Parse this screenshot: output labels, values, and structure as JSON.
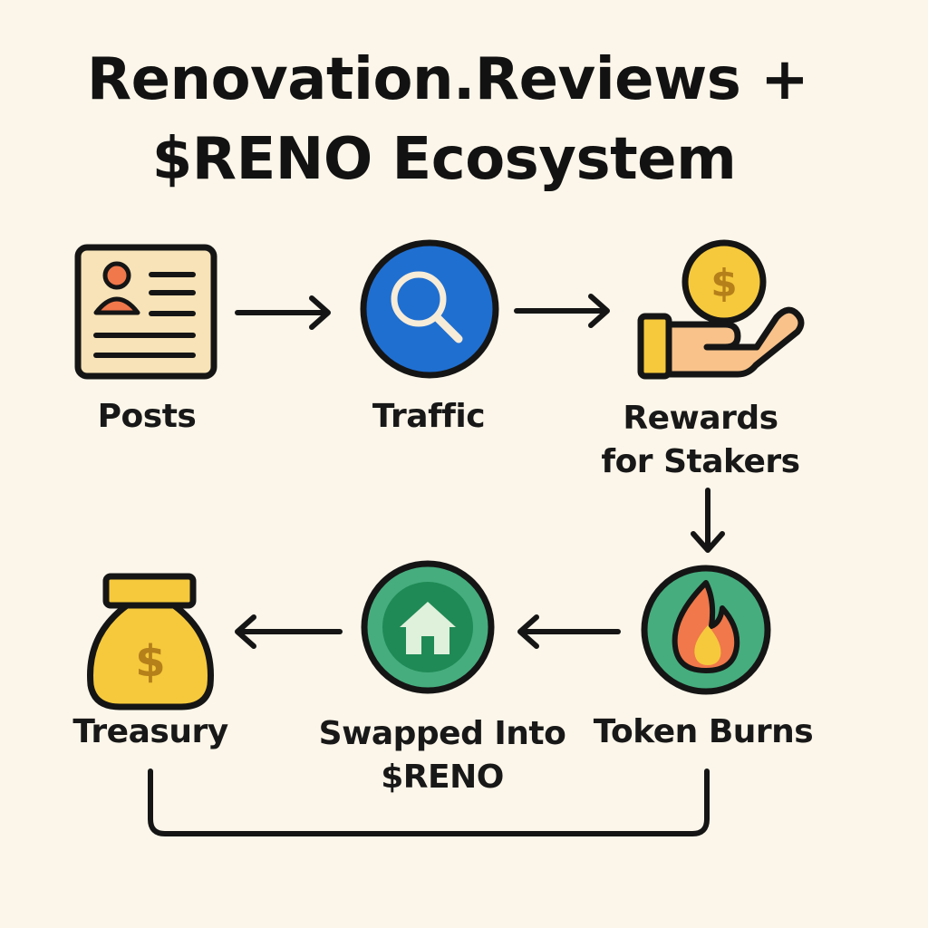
{
  "title": {
    "line1": "Renovation.Reviews +",
    "line2": "$RENO Ecosystem"
  },
  "colors": {
    "background": "#fcf6ea",
    "ink": "#151515",
    "blue": "#1f6fd1",
    "green": "#46ad7e",
    "dark_green": "#1f8a55",
    "gold": "#f6c93c",
    "cream": "#f7e3b7",
    "orange": "#f0784a",
    "skin": "#f8c28a"
  },
  "nodes": [
    {
      "id": "posts",
      "label": "Posts",
      "icon": "document-profile-icon"
    },
    {
      "id": "traffic",
      "label": "Traffic",
      "icon": "magnifier-icon"
    },
    {
      "id": "rewards",
      "label": "Rewards\nfor Stakers",
      "icon": "hand-coin-icon"
    },
    {
      "id": "token_burns",
      "label": "Token Burns",
      "icon": "flame-icon"
    },
    {
      "id": "swapped",
      "label": "Swapped Into\n$RENO",
      "icon": "house-icon"
    },
    {
      "id": "treasury",
      "label": "Treasury",
      "icon": "money-bag-icon"
    }
  ],
  "edges": [
    {
      "from": "posts",
      "to": "traffic"
    },
    {
      "from": "traffic",
      "to": "rewards"
    },
    {
      "from": "rewards",
      "to": "token_burns"
    },
    {
      "from": "token_burns",
      "to": "swapped"
    },
    {
      "from": "swapped",
      "to": "treasury"
    },
    {
      "from": "token_burns",
      "to": "treasury",
      "style": "bracket"
    }
  ]
}
